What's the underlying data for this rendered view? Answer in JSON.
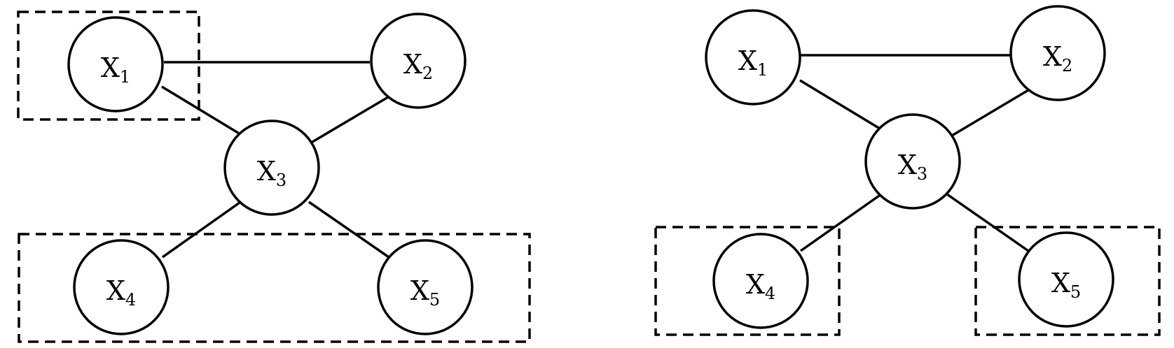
{
  "colors": {
    "stroke": "#000000",
    "background": "#ffffff"
  },
  "diagrams": [
    {
      "nodes": [
        {
          "id": "x1",
          "letter": "X",
          "subscript": "1"
        },
        {
          "id": "x2",
          "letter": "X",
          "subscript": "2"
        },
        {
          "id": "x3",
          "letter": "X",
          "subscript": "3"
        },
        {
          "id": "x4",
          "letter": "X",
          "subscript": "4"
        },
        {
          "id": "x5",
          "letter": "X",
          "subscript": "5"
        }
      ],
      "edges": [
        [
          "x1",
          "x2"
        ],
        [
          "x1",
          "x3"
        ],
        [
          "x2",
          "x3"
        ],
        [
          "x3",
          "x4"
        ],
        [
          "x3",
          "x5"
        ]
      ],
      "groups": [
        [
          "x1"
        ],
        [
          "x4",
          "x5"
        ]
      ]
    },
    {
      "nodes": [
        {
          "id": "x1",
          "letter": "X",
          "subscript": "1"
        },
        {
          "id": "x2",
          "letter": "X",
          "subscript": "2"
        },
        {
          "id": "x3",
          "letter": "X",
          "subscript": "3"
        },
        {
          "id": "x4",
          "letter": "X",
          "subscript": "4"
        },
        {
          "id": "x5",
          "letter": "X",
          "subscript": "5"
        }
      ],
      "edges": [
        [
          "x1",
          "x2"
        ],
        [
          "x1",
          "x3"
        ],
        [
          "x2",
          "x3"
        ],
        [
          "x3",
          "x4"
        ],
        [
          "x3",
          "x5"
        ]
      ],
      "groups": [
        [
          "x4"
        ],
        [
          "x5"
        ]
      ]
    }
  ]
}
